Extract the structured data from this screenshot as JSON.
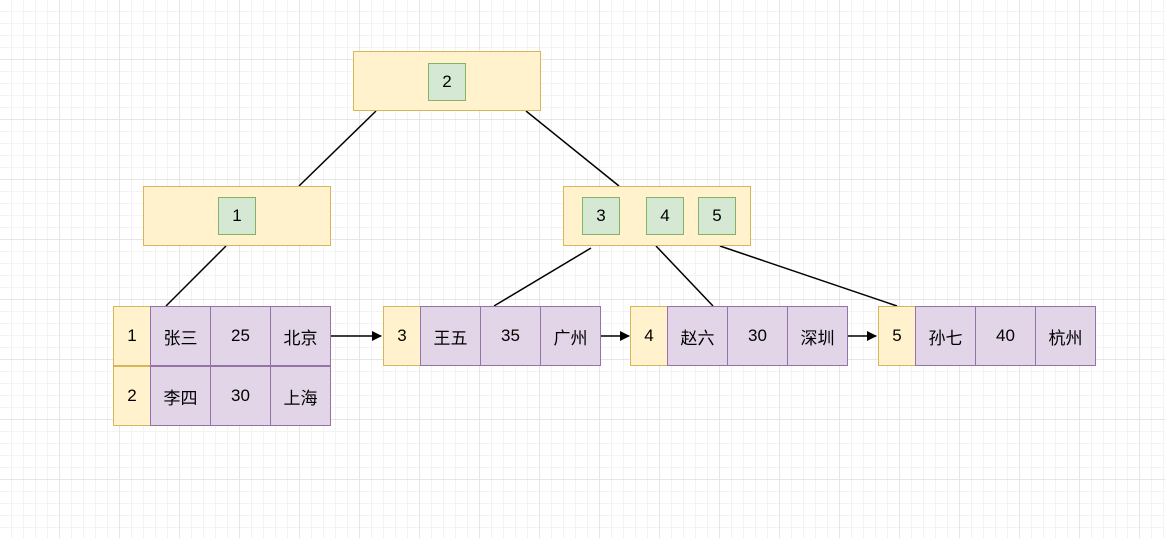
{
  "colors": {
    "node_fill": "#fff2cc",
    "node_border": "#d6b656",
    "key_fill": "#d5e8d4",
    "key_border": "#82b366",
    "record_fill": "#e1d5e7",
    "record_border": "#9673a6"
  },
  "tree": {
    "root": {
      "keys": [
        "2"
      ]
    },
    "internal": [
      {
        "keys": [
          "1"
        ]
      },
      {
        "keys": [
          "3",
          "4",
          "5"
        ]
      }
    ],
    "leaves": [
      {
        "rows": [
          {
            "id": "1",
            "name": "张三",
            "age": "25",
            "city": "北京"
          },
          {
            "id": "2",
            "name": "李四",
            "age": "30",
            "city": "上海"
          }
        ]
      },
      {
        "rows": [
          {
            "id": "3",
            "name": "王五",
            "age": "35",
            "city": "广州"
          }
        ]
      },
      {
        "rows": [
          {
            "id": "4",
            "name": "赵六",
            "age": "30",
            "city": "深圳"
          }
        ]
      },
      {
        "rows": [
          {
            "id": "5",
            "name": "孙七",
            "age": "40",
            "city": "杭州"
          }
        ]
      }
    ]
  }
}
